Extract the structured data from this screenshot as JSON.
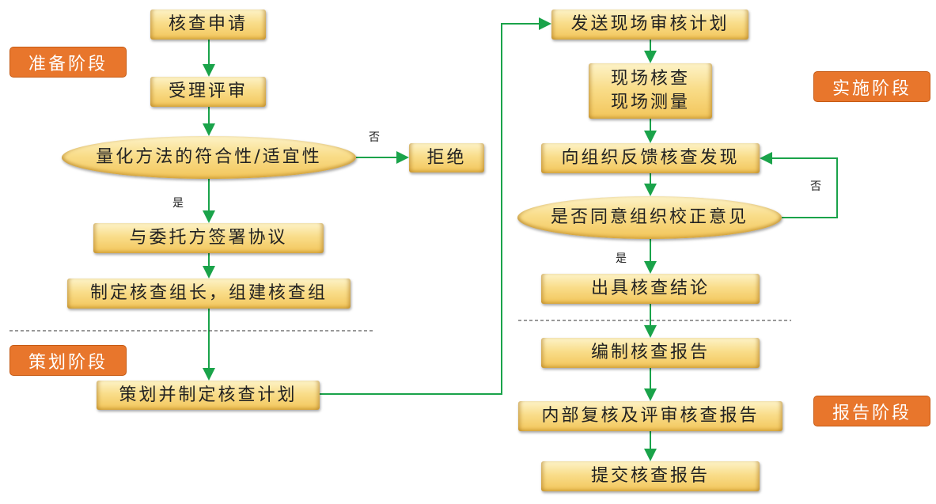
{
  "stages": {
    "prepare": "准备阶段",
    "plan": "策划阶段",
    "implement": "实施阶段",
    "report": "报告阶段"
  },
  "left": {
    "apply": "核查申请",
    "review": "受理评审",
    "decision": "量化方法的符合性/适宜性",
    "reject": "拒绝",
    "sign": "与委托方签署协议",
    "team": "制定核查组长，组建核查组",
    "plan": "策划并制定核查计划"
  },
  "right": {
    "send": "发送现场审核计划",
    "onsite1": "现场核查",
    "onsite2": "现场测量",
    "feedback": "向组织反馈核查发现",
    "agree": "是否同意组织校正意见",
    "conclusion": "出具核查结论",
    "compile": "编制核查报告",
    "internal": "内部复核及评审核查报告",
    "submit": "提交核查报告"
  },
  "labels": {
    "no1": "否",
    "yes1": "是",
    "no2": "否",
    "yes2": "是"
  },
  "colors": {
    "arrow": "#1aa34a",
    "stage": "#e8762c"
  }
}
